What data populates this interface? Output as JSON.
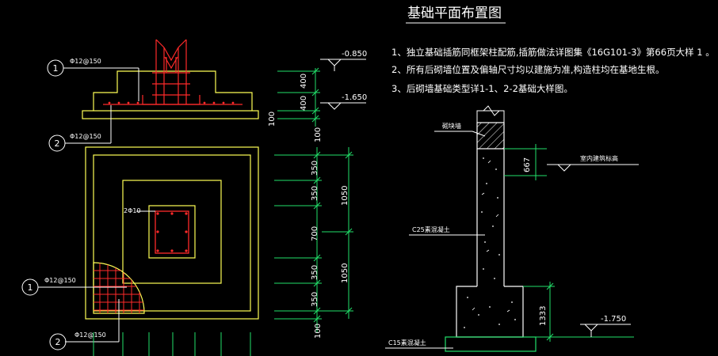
{
  "title": "基础平面布置图",
  "notes": [
    "1、独立基础插筋同框架柱配筋,插筋做法详图集《16G101-3》第66页大样 1 。",
    "2、所有后砌墙位置及偏轴尺寸均以建施为准,构造柱均在基地生根。",
    "3、后砌墙基础类型详1-1、2-2基础大样图。"
  ],
  "section": {
    "rebar_1": "Φ12@150",
    "rebar_2": "Φ12@150",
    "bubble_1": "1",
    "bubble_2": "2",
    "elev_top": "-0.850",
    "elev_bottom": "-1.650",
    "dims": [
      "400",
      "400",
      "100",
      "100"
    ]
  },
  "plan": {
    "column_rebar": "2Φ10",
    "rebar_1": "Φ12@150",
    "rebar_2": "Φ12@150",
    "bubble_1": "1",
    "bubble_2": "2",
    "dims": [
      "350",
      "350",
      "700",
      "350",
      "350",
      "100"
    ],
    "dims_total": [
      "1050",
      "1050"
    ]
  },
  "wall_detail": {
    "wall_label": "砌块墙",
    "floor_label": "室内建筑标高",
    "dim_667": "667",
    "concrete_c25": "C25素混凝土",
    "dim_1333": "1333",
    "elev": "-1.750",
    "concrete_c15": "C15素混凝土"
  },
  "colors": {
    "background": "#000000",
    "green": "#22e06a",
    "yellow": "#ffff55",
    "red": "#ff2a2a",
    "white": "#ffffff"
  }
}
